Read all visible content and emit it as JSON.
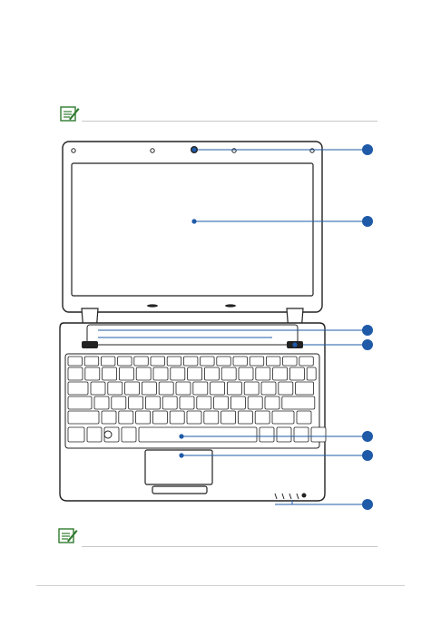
{
  "colors": {
    "callout": "#1e5aa8",
    "note_icon": "#2f7a2f",
    "outline": "#222222",
    "keyboard_fill": "#ffffff"
  },
  "icons": {
    "note": "note-pencil-icon",
    "callout": "callout-dot-icon",
    "windows_key": "windows-logo-icon"
  },
  "callouts": [
    {
      "id": "camera"
    },
    {
      "id": "display-panel"
    },
    {
      "id": "speaker-left"
    },
    {
      "id": "power-switch"
    },
    {
      "id": "keyboard"
    },
    {
      "id": "touchpad"
    },
    {
      "id": "status-indicators"
    }
  ]
}
